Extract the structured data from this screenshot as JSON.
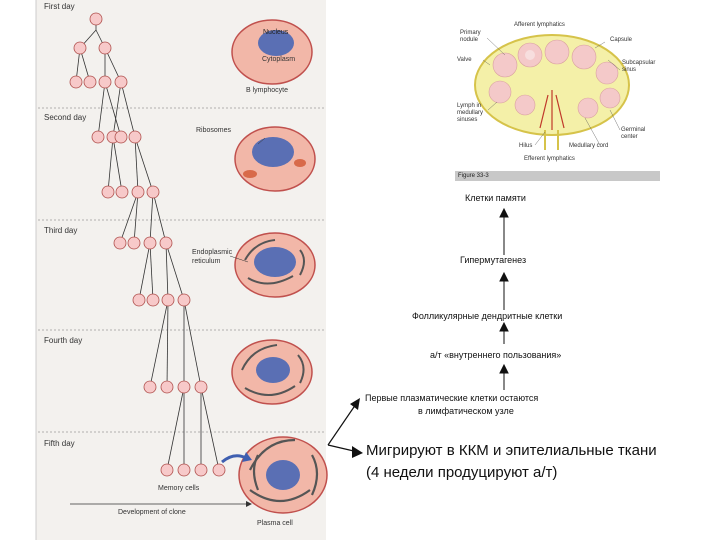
{
  "clone_figure": {
    "days": [
      "First day",
      "Second day",
      "Third day",
      "Fourth day",
      "Fifth day"
    ],
    "cell_labels": {
      "nucleus": "Nucleus",
      "cytoplasm": "Cytoplasm",
      "b_lymphocyte": "B lymphocyte",
      "ribosomes": "Ribosomes",
      "er": "Endoplasmic reticulum",
      "memory_cells": "Memory cells",
      "development": "Development of clone",
      "plasma_cell": "Plasma cell"
    },
    "colors": {
      "cell_fill": "#f2b7a8",
      "cell_outline": "#c0504d",
      "nucleus": "#5a6fb4",
      "lymph_cell": "#f7c9c9"
    }
  },
  "lymph_node_figure": {
    "labels": {
      "afferent": "Afferent lymphatics",
      "primary_nodule": "Primary nodule",
      "capsule": "Capsule",
      "valve": "Valve",
      "subcapsular_sinus": "Subcapsular sinus",
      "lymph_medullary_sinuses": "Lymph in medullary sinuses",
      "germinal_center": "Germinal center",
      "hilus": "Hilus",
      "medullary_cord": "Medullary cord",
      "efferent": "Efferent lymphatics"
    },
    "caption": "Figure 33-3"
  },
  "flow": {
    "memory_cells": "Клетки памяти",
    "hypermutation": "Гипермутагенез",
    "follicular_dc": "Фолликулярные дендритные клетки",
    "internal_ab": "а/т «внутреннего пользования»",
    "first_plasma_line1": "Первые плазматические клетки остаются",
    "first_plasma_line2": "в лимфатическом узле",
    "migrate_line1": "Мигрируют в ККМ и эпителиальные ткани",
    "migrate_line2": "(4 недели продуцируют а/т)"
  }
}
